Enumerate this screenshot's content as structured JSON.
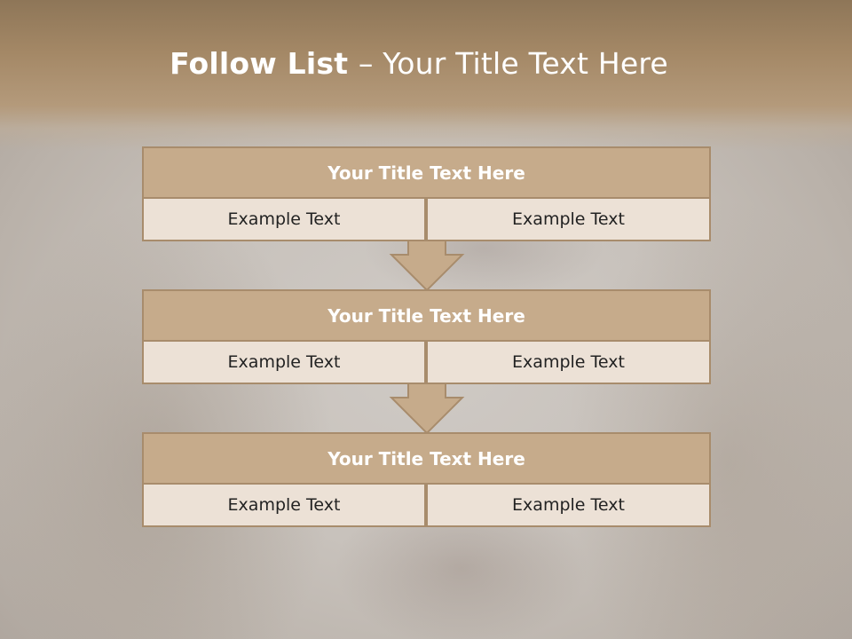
{
  "slide": {
    "title_bold": "Follow List ",
    "title_rest": " – Your Title Text Here",
    "steps": [
      {
        "title": "Your Title Text Here",
        "left": "Example Text",
        "right": "Example Text"
      },
      {
        "title": "Your Title Text Here",
        "left": "Example Text",
        "right": "Example Text"
      },
      {
        "title": "Your Title Text Here",
        "left": "Example Text",
        "right": "Example Text"
      }
    ]
  },
  "colors": {
    "header": "#a48866",
    "panel_head": "#c6ab8b",
    "panel_border": "#a88c6c",
    "cell_fill": "#ece1d6",
    "arrow_fill": "#c6ab8b"
  }
}
